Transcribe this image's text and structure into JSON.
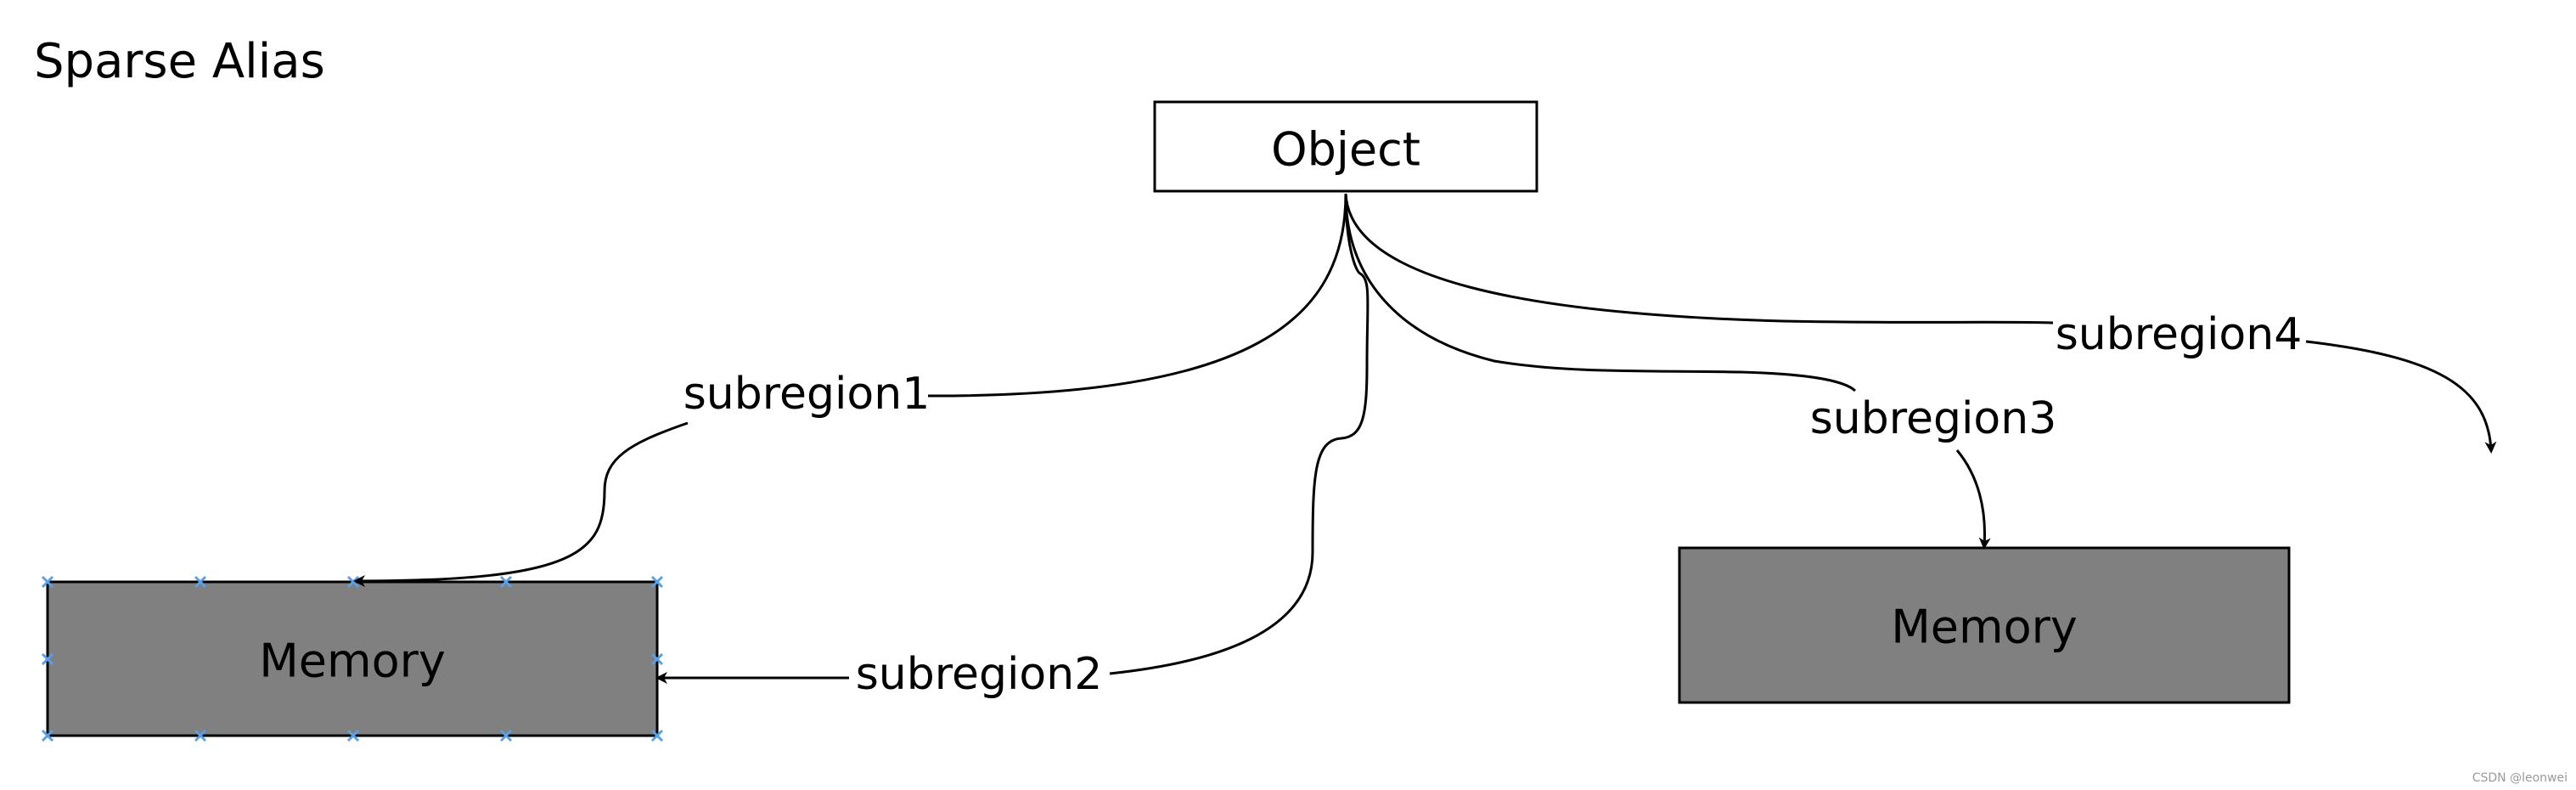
{
  "diagram": {
    "title": "Sparse Alias",
    "object_label": "Object",
    "memory_left_label": "Memory",
    "memory_right_label": "Memory",
    "edges": {
      "subregion1": "subregion1",
      "subregion2": "subregion2",
      "subregion3": "subregion3",
      "subregion4": "subregion4"
    },
    "watermark": "CSDN @leonwei"
  },
  "colors": {
    "memory_fill": "#808080",
    "object_fill": "#ffffff",
    "stroke": "#000000",
    "selection_handle": "#5aa0e6"
  }
}
